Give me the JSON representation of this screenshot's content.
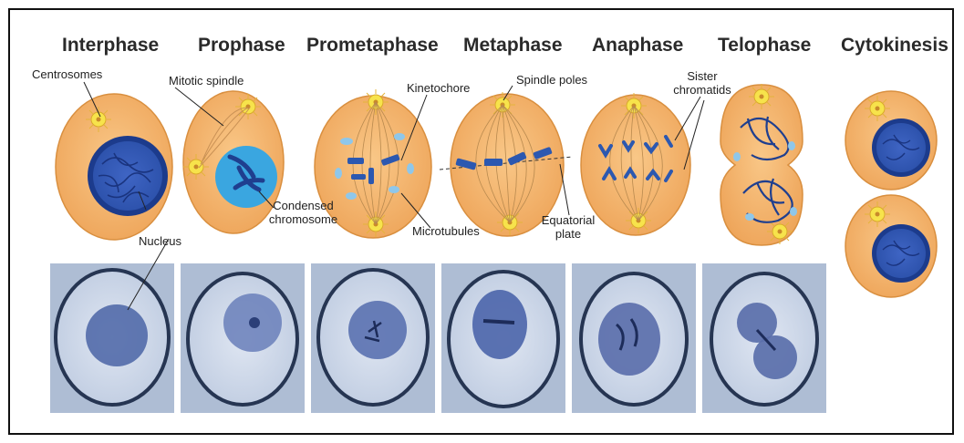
{
  "phases": [
    "Interphase",
    "Prophase",
    "Prometaphase",
    "Metaphase",
    "Anaphase",
    "Telophase",
    "Cytokinesis"
  ],
  "labels": {
    "centrosomes": "Centrosomes",
    "mitotic_spindle": "Mitotic spindle",
    "kinetochore": "Kinetochore",
    "spindle_poles": "Spindle poles",
    "sister_chromatids_1": "Sister",
    "sister_chromatids_2": "chromatids",
    "nucleus": "Nucleus",
    "condensed_chromosome_1": "Condensed",
    "condensed_chromosome_2": "chromosome",
    "microtubules": "Microtubules",
    "equatorial_plate_1": "Equatorial",
    "equatorial_plate_2": "plate"
  },
  "colors": {
    "cell_fill": "#f4b36a",
    "cell_edge": "#d98f3f",
    "nucleus": "#2d59b5",
    "nucleus_light": "#3aa6e0",
    "chromosome": "#2c4f9a",
    "photo_bg": "#c9d4e6",
    "photo_wall": "#263552",
    "centrosome": "#f5e24a"
  }
}
